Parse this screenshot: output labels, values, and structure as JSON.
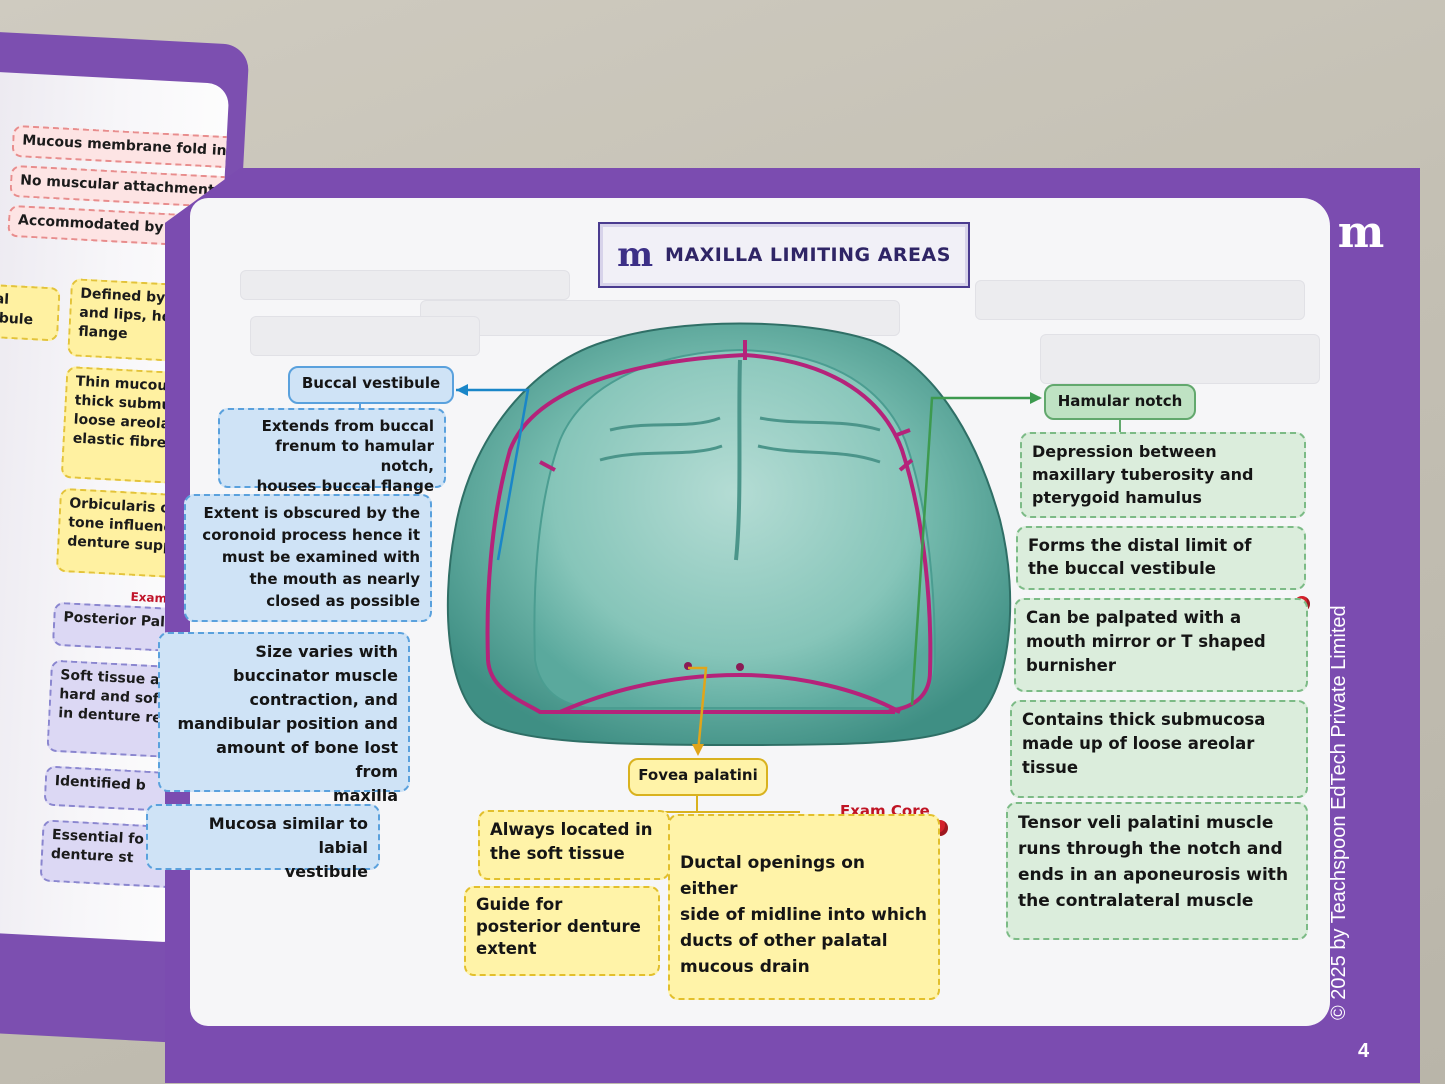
{
  "left_page": {
    "red_items": [
      "Mucous membrane fold in m",
      "No muscular attachments",
      "Accommodated by denture"
    ],
    "yellow_items": [
      "bial\nstibule",
      "Defined by teeth/\nand lips, houses l\nflange",
      "Thin mucous mem\nthick submucosa\nloose areolar tis\nelastic fibres",
      "Orbicularis oris\ntone influence\ndenture suppo"
    ],
    "exam_label": "Exam",
    "purple_items": [
      "Posterior Pala",
      "Soft tissue a\nhard and soft\nin denture re",
      "Identified b",
      "Essential fo\ndenture st"
    ]
  },
  "title": "MAXILLA LIMITING AREAS",
  "logo_text": "m",
  "buccal": {
    "label": "Buccal vestibule",
    "items": [
      "Extends from buccal\nfrenum to hamular notch,\nhouses buccal flange",
      "Extent is obscured by the\ncoronoid process hence it\nmust be examined with\nthe mouth as nearly\nclosed as possible",
      "Size varies with\nbuccinator muscle\ncontraction, and\nmandibular position and\namount of bone lost from\nmaxilla",
      "Mucosa similar to labial\nvestibule"
    ]
  },
  "hamular": {
    "label": "Hamular notch",
    "items": [
      "Depression between\nmaxillary tuberosity and\npterygoid hamulus",
      "Forms the distal limit of\nthe buccal vestibule",
      "Can be palpated with a\nmouth mirror or T shaped\nburnisher",
      "Contains thick submucosa\nmade up of loose areolar\ntissue",
      "Tensor veli palatini muscle\nruns through the notch and\nends in an aponeurosis with\nthe contralateral muscle"
    ]
  },
  "fovea": {
    "label": "Fovea palatini",
    "exam_core": "Exam Core",
    "items": [
      "Always located in\nthe soft tissue",
      "Guide for\nposterior denture\nextent",
      "Ductal openings on either\nside of midline into which\nducts of other palatal\nmucous drain"
    ]
  },
  "copyright": "© 2025 by Teachspoon EdTech Private Limited",
  "page_number": "4",
  "colors": {
    "book_purple": "#7b4cb0",
    "palate_teal": "#5aa99d",
    "outline_magenta": "#b5237a",
    "buccal_blue": "#1a86c8",
    "hamular_green": "#3d9a4f",
    "fovea_yellow": "#e1a51a"
  }
}
